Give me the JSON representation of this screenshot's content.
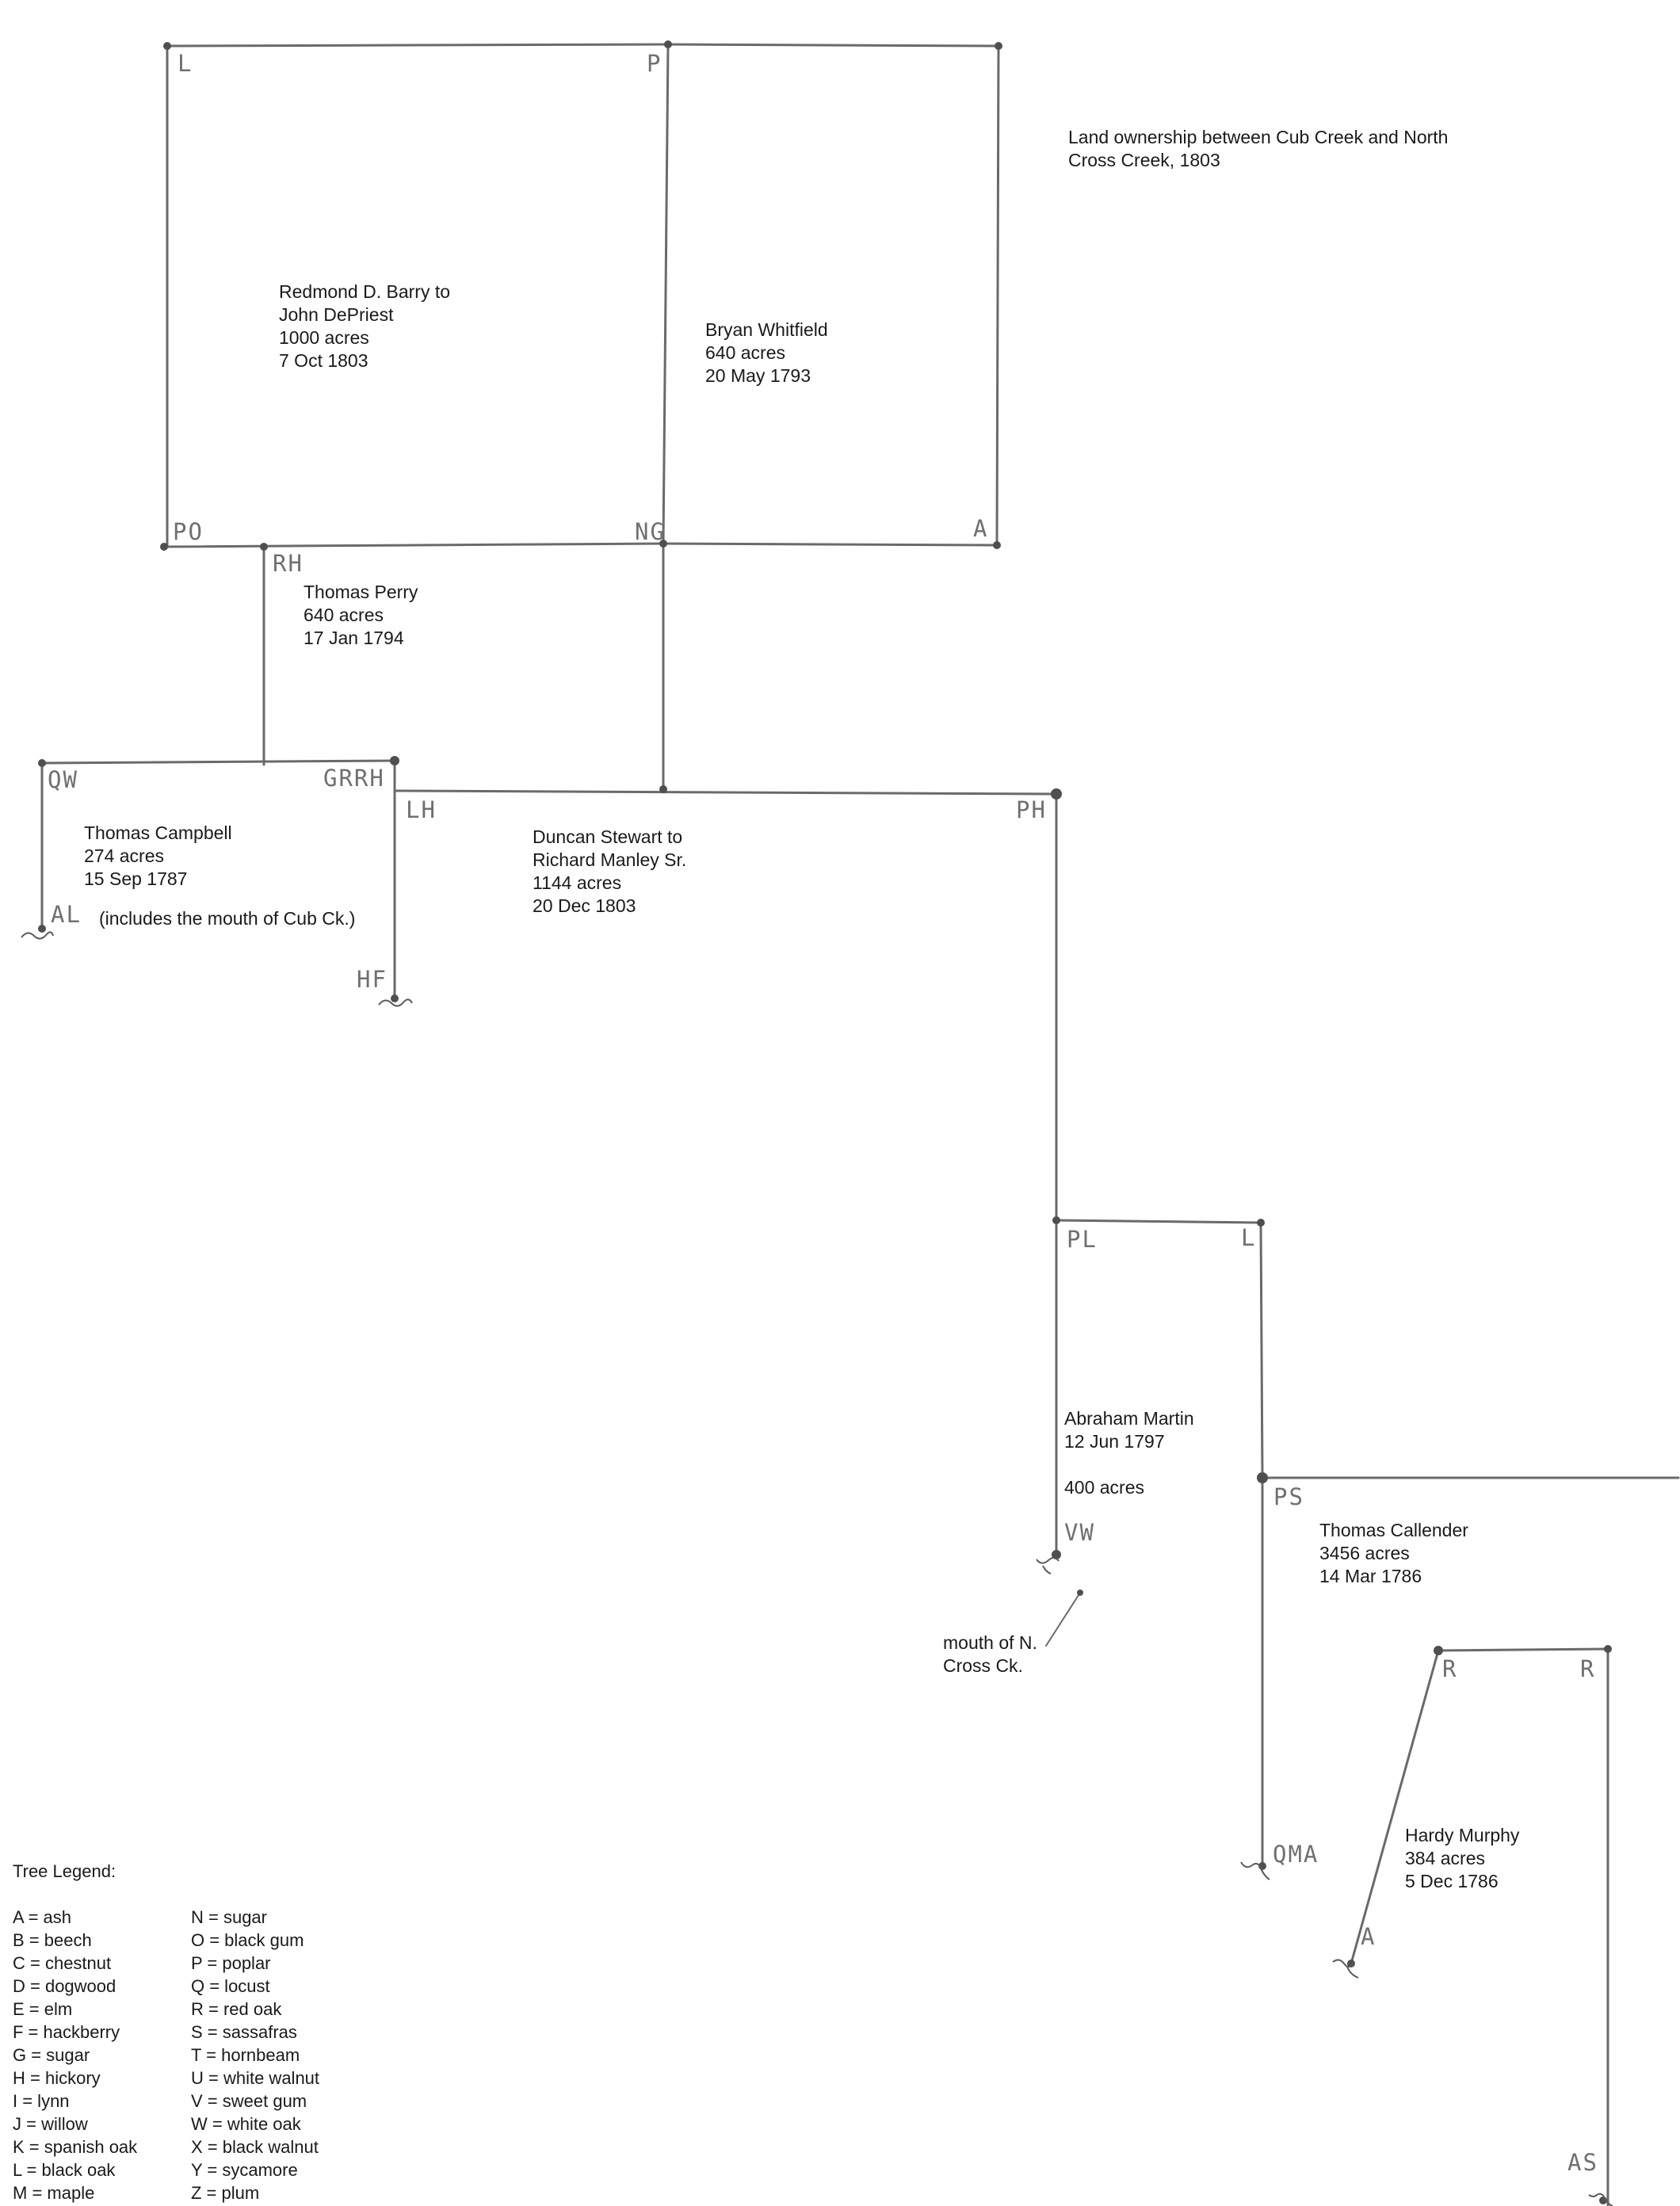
{
  "title": {
    "line1": "Land ownership between Cub Creek and North",
    "line2": "Cross Creek, 1803"
  },
  "parcels": {
    "barry": [
      "Redmond D. Barry to",
      "John DePriest",
      "1000 acres",
      "7 Oct 1803"
    ],
    "whitfield": [
      "Bryan Whitfield",
      "640 acres",
      "20 May 1793"
    ],
    "perry": [
      "Thomas Perry",
      "640 acres",
      "17 Jan 1794"
    ],
    "campbell": [
      "Thomas Campbell",
      "274 acres",
      "15 Sep 1787"
    ],
    "campbell_note": "(includes the mouth of Cub Ck.)",
    "stewart": [
      "Duncan Stewart to",
      "Richard Manley Sr.",
      "1144 acres",
      "20 Dec 1803"
    ],
    "martin": [
      "Abraham Martin",
      "12 Jun 1797",
      "400 acres"
    ],
    "callender": [
      "Thomas Callender",
      "3456 acres",
      "14 Mar 1786"
    ],
    "murphy": [
      "Hardy Murphy",
      "384 acres",
      "5 Dec 1786"
    ],
    "mouth_note": [
      "mouth of N.",
      "Cross Ck."
    ]
  },
  "corners": {
    "l_top": "L",
    "p_top": "P",
    "po": "PO",
    "rh": "RH",
    "ng": "NG",
    "a_top": "A",
    "qw": "QW",
    "grrh": "GRRH",
    "lh": "LH",
    "ph": "PH",
    "al": "AL",
    "hf": "HF",
    "pl": "PL",
    "l_mid": "L",
    "vw": "VW",
    "ps": "PS",
    "r1": "R",
    "r2": "R",
    "qma": "QMA",
    "a_low": "A",
    "as": "AS"
  },
  "legend": {
    "title": "Tree Legend:",
    "col1": [
      "A = ash",
      "B = beech",
      "C = chestnut",
      "D = dogwood",
      "E = elm",
      "F = hackberry",
      "G = sugar",
      "H = hickory",
      "I = lynn",
      "J = willow",
      "K = spanish oak",
      "L = black oak",
      "M = maple"
    ],
    "col2": [
      "N = sugar",
      "O = black gum",
      "P = poplar",
      "Q = locust",
      "R = red oak",
      "S = sassafras",
      "T = hornbeam",
      "U = white walnut",
      "V = sweet gum",
      "W = white oak",
      "X = black walnut",
      "Y = sycamore",
      "Z = plum"
    ]
  }
}
